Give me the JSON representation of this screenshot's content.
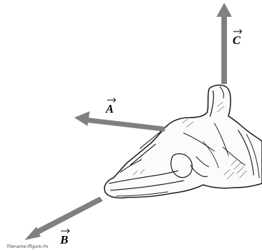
{
  "figure": {
    "vectors": [
      {
        "id": "A",
        "label": "A"
      },
      {
        "id": "B",
        "label": "B"
      },
      {
        "id": "C",
        "label": "C"
      }
    ],
    "filename": "Filename:tfigure.rhr",
    "colors": {
      "arrow": "#808080",
      "sketch": "#222222",
      "background": "#ffffff"
    }
  }
}
